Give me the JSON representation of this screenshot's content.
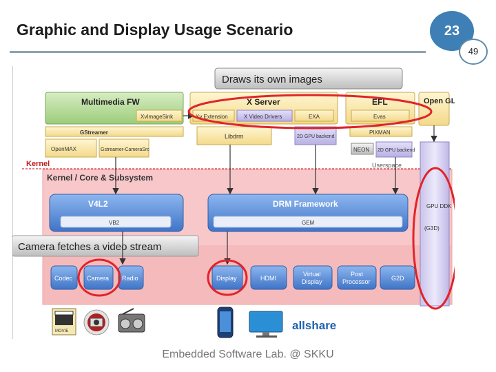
{
  "slide": {
    "title": "Graphic and Display Usage Scenario",
    "number": "23",
    "sub_number": "49",
    "footer": "Embedded Software Lab. @ SKKU"
  },
  "diagram": {
    "draws_own_images": "Draws its own images",
    "multimedia_fw": "Multimedia FW",
    "xvimagesink": "XvImageSink",
    "x_server": "X Server",
    "xv_extension": "Xv Extension",
    "x_video_drivers": "X Video Drivers",
    "exa": "EXA",
    "efl": "EFL",
    "evas": "Evas",
    "open_gl": "Open GL",
    "gstreamer": "GStreamer",
    "openmax": "OpenMAX",
    "gst_camerasrc": "Gstreamer-CameraSrc",
    "libdrm": "Libdrm",
    "gpu_backend_1": "2D GPU backend",
    "pixman": "PIXMAN",
    "neon": "NEON",
    "gpu_backend_2": "2D GPU backend",
    "kernel": "Kernel",
    "userspace": "Userspace",
    "kernel_core": "Kernel / Core & Subsystem",
    "v4l2": "V4L2",
    "vb2": "VB2",
    "drm_framework": "DRM Framework",
    "gem": "GEM",
    "gpu_ddk": "GPU DDK",
    "g3d": "(G3D)",
    "camera_stream": "Camera fetches a video stream",
    "codec": "Codec",
    "camera": "Camera",
    "radio": "Radio",
    "display": "Display",
    "hdmi": "HDMI",
    "virtual_display": "Virtual Display",
    "post_processor": "Post Processor",
    "g2d": "G2D",
    "movie_label": "MOVIE",
    "allshare_label": "allshare"
  },
  "colors": {
    "highlight_red": "#e0242a",
    "slide_blue": "#3e7fb5",
    "kernel_pink": "#f8c7c9",
    "blue_box": "#5b8fd6",
    "green_box": "#b7d99b",
    "yellow_box": "#f8e6a7",
    "lavender_box": "#c9c3ea"
  }
}
